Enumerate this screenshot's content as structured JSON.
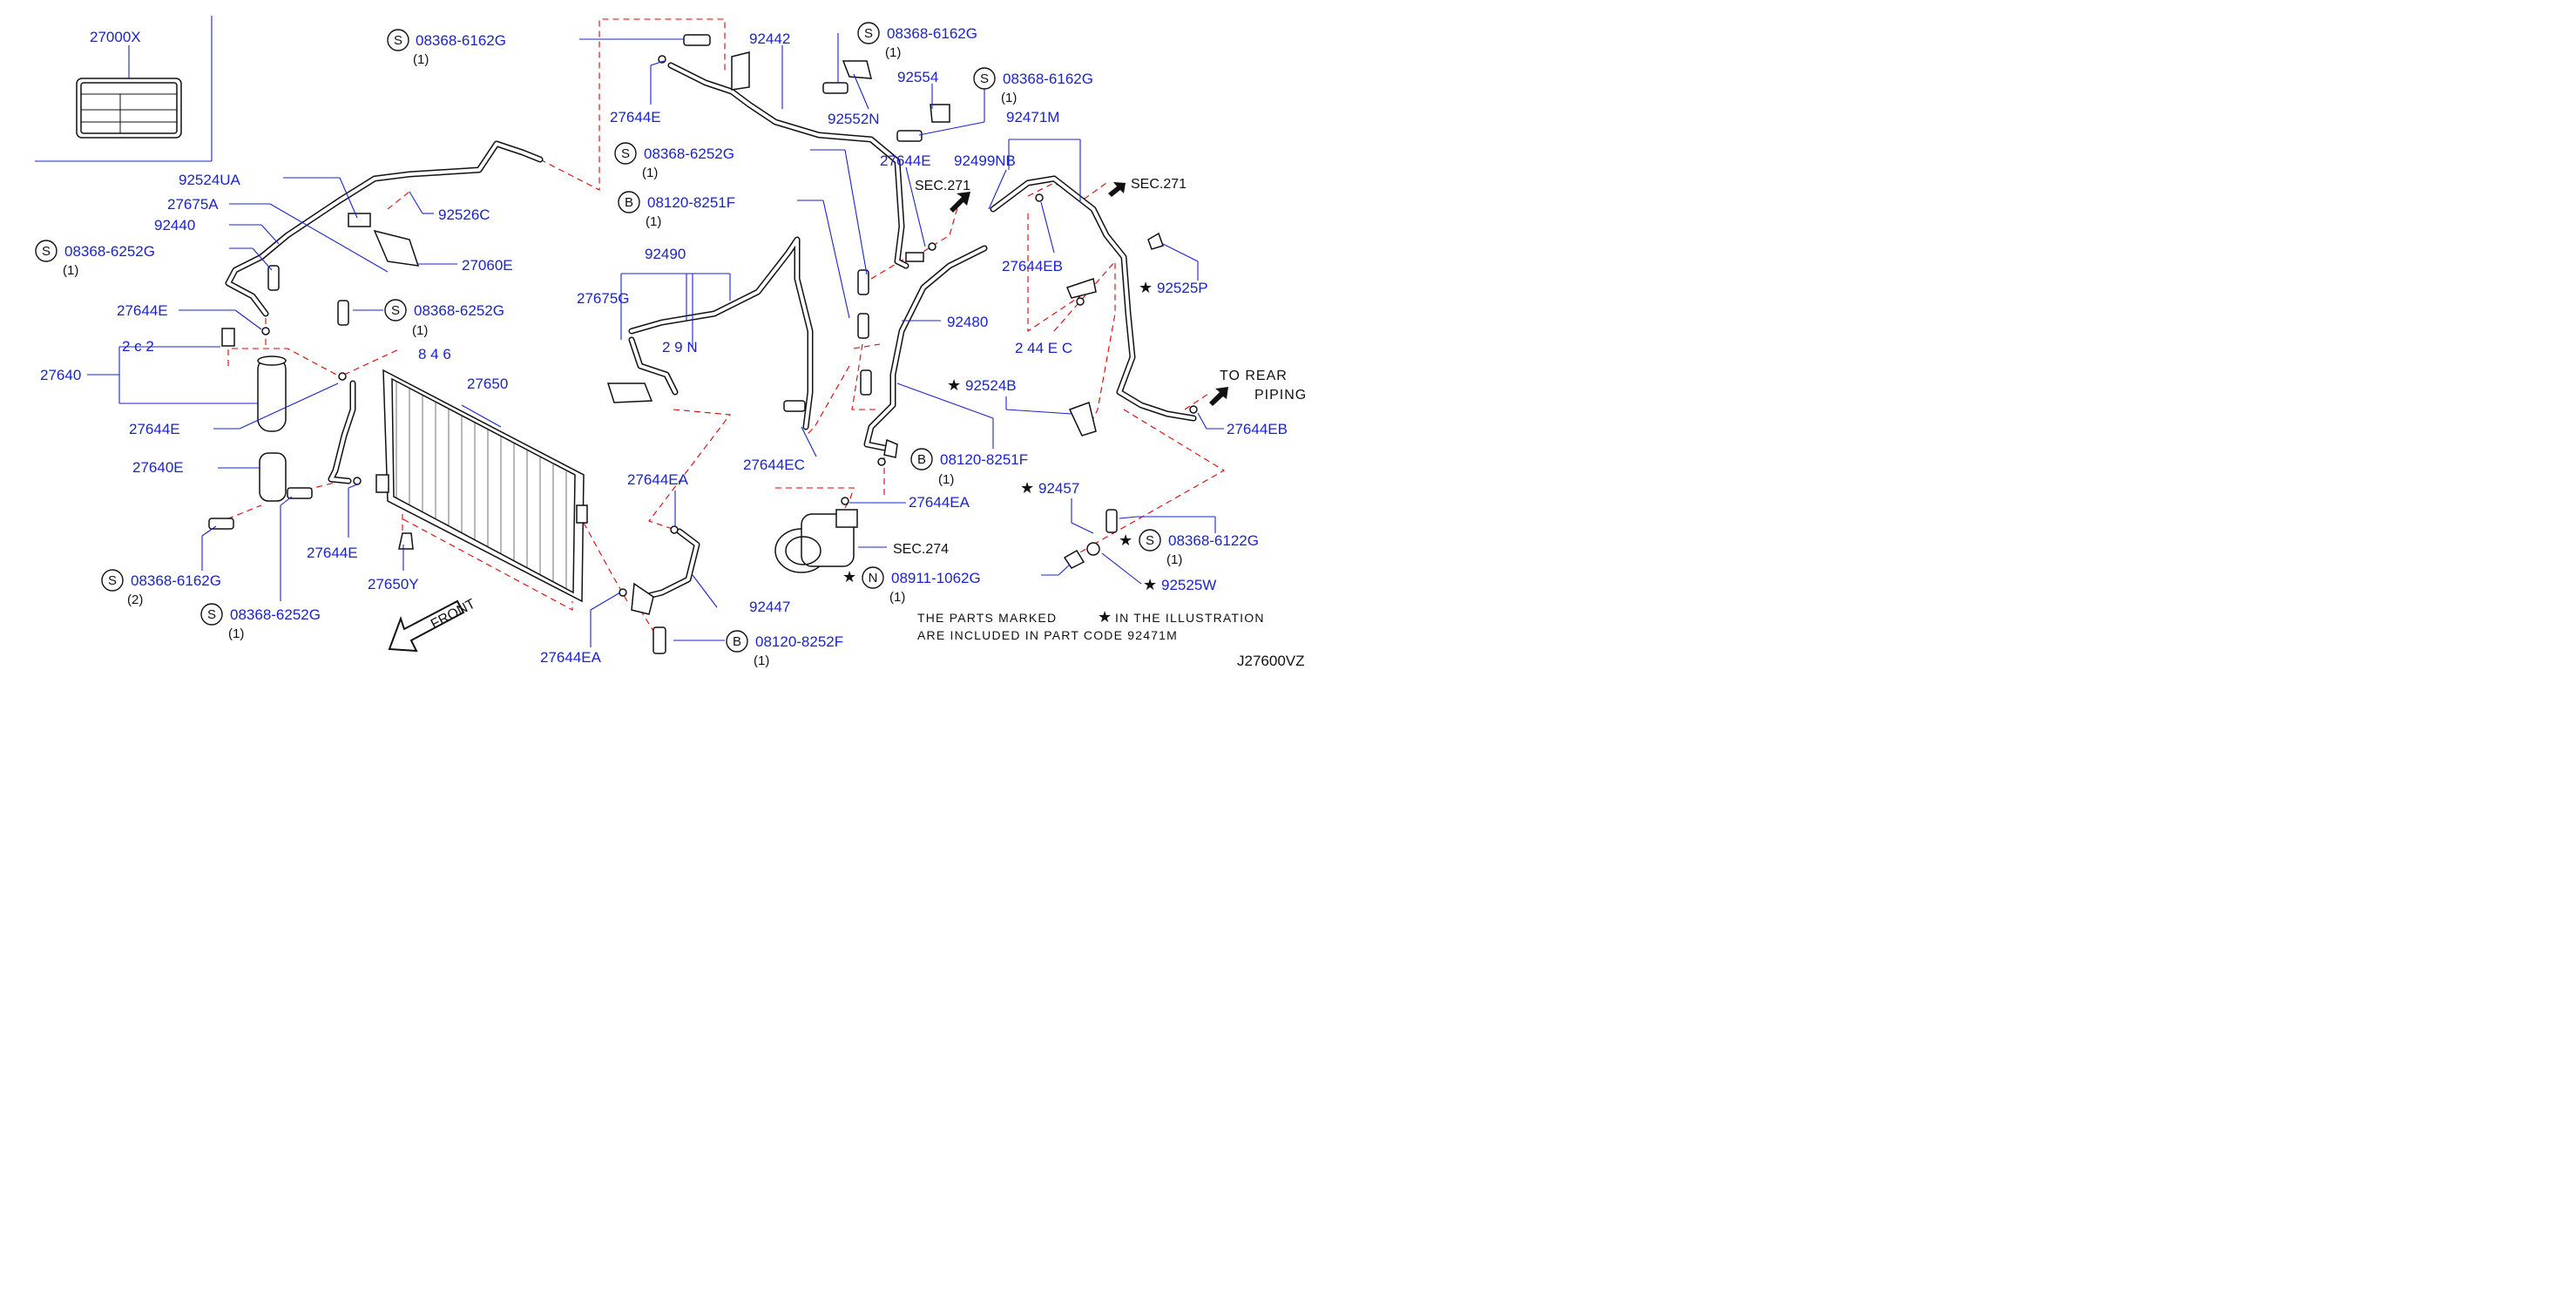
{
  "labels": {
    "p27000x": "27000X",
    "p92524ua": "92524UA",
    "p27675a": "27675A",
    "p92440": "92440",
    "p92526c": "92526C",
    "p27060e": "27060E",
    "p27644e_a": "27644E",
    "p27640": "27640",
    "p27644e_b": "27644E",
    "p27640e": "27640E",
    "p27644e_c": "27644E",
    "p27650": "27650",
    "p27650y": "27650Y",
    "p92442": "92442",
    "p27644e_d": "27644E",
    "p92552n": "92552N",
    "p92554": "92554",
    "p27644e_e": "27644E",
    "p92471m": "92471M",
    "p92499nb": "92499NB",
    "p27644eb_a": "27644EB",
    "p92525p": "92525P",
    "p92490": "92490",
    "p27675g": "27675G",
    "p92480": "92480",
    "p92524b": "92524B",
    "p27644ec": "27644EC",
    "p27644ea_a": "27644EA",
    "p27644ea_b": "27644EA",
    "p92447": "92447",
    "p27644ea_c": "27644EA",
    "p27644eb_b": "27644EB",
    "p92457": "92457",
    "p92525w": "92525W",
    "p_partial_left": "2 c 2",
    "p_partial_mid": "8 4 6",
    "p_partial_center": "2 9 N",
    "p_partial_right": "2 44 E C"
  },
  "callouts": {
    "c1": {
      "prefix": "S",
      "code": "08368-6162G",
      "qty": "(1)"
    },
    "c2": {
      "prefix": "S",
      "code": "08368-6162G",
      "qty": "(1)"
    },
    "c3": {
      "prefix": "S",
      "code": "08368-6162G",
      "qty": "(1)"
    },
    "c4": {
      "prefix": "S",
      "code": "08368-6252G",
      "qty": "(1)"
    },
    "c5": {
      "prefix": "B",
      "code": "08120-8251F",
      "qty": "(1)"
    },
    "c6": {
      "prefix": "S",
      "code": "08368-6252G",
      "qty": "(1)"
    },
    "c7": {
      "prefix": "S",
      "code": "08368-6252G",
      "qty": "(1)"
    },
    "c8": {
      "prefix": "S",
      "code": "08368-6162G",
      "qty": "(2)"
    },
    "c9": {
      "prefix": "S",
      "code": "08368-6252G",
      "qty": "(1)"
    },
    "c10": {
      "prefix": "B",
      "code": "08120-8251F",
      "qty": "(1)"
    },
    "c11": {
      "prefix": "B",
      "code": "08120-8252F",
      "qty": "(1)"
    },
    "c12": {
      "prefix": "S",
      "code": "08368-6122G",
      "qty": "(1)"
    },
    "c13": {
      "prefix": "N",
      "code": "08911-1062G",
      "qty": "(1)"
    }
  },
  "sections": {
    "sec271_a": "SEC.271",
    "sec271_b": "SEC.271",
    "sec274": "SEC.274",
    "to_rear_1": "TO   REAR",
    "to_rear_2": "PIPING",
    "front": "FRONT"
  },
  "note": {
    "line1a": "THE   PARTS   MARKED",
    "line1b": "IN   THE   ILLUSTRATION",
    "line2": "ARE   INCLUDED   IN   PART   CODE   92471M"
  },
  "diagram_code": "J27600VZ",
  "colors": {
    "label": "#1a23cc",
    "dashed": "#e00000",
    "ink": "#111111"
  }
}
